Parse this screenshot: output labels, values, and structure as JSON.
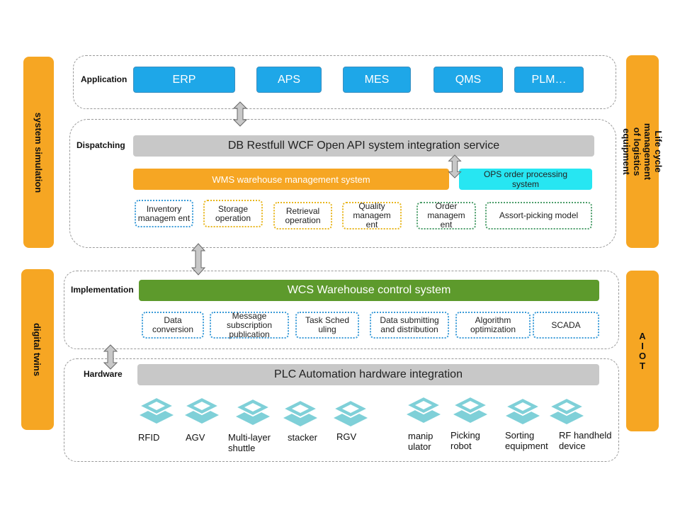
{
  "left_bars": {
    "top": "system simulation",
    "bottom": "digital twins"
  },
  "right_bars": {
    "top": "Life cycle management of logistics equipment",
    "bottom": "A I O T"
  },
  "application": {
    "label": "Application",
    "systems": [
      "ERP",
      "APS",
      "MES",
      "QMS",
      "PLM…"
    ]
  },
  "dispatching": {
    "label": "Dispatching",
    "integration": "DB Restfull WCF Open API system integration service",
    "wms": "WMS warehouse management  system",
    "ops": "OPS order processing system",
    "modules": [
      "Inventory managem ent",
      "Storage operation",
      "Retrieval operation",
      "Quality managem ent",
      "Order managem ent",
      "Assort-picking model"
    ]
  },
  "implementation": {
    "label": "Implementation",
    "wcs": "WCS  Warehouse control  system",
    "modules": [
      "Data conversion",
      "Message subscription publication",
      "Task Sched uling",
      "Data submitting and distribution",
      "Algorithm optimization",
      "SCADA"
    ]
  },
  "hardware": {
    "label": "Hardware",
    "plc": "PLC Automation hardware integration",
    "devices": [
      "RFID",
      "AGV",
      "Multi-layer shuttle",
      "stacker",
      "RGV",
      "manip ulator",
      "Picking robot",
      "Sorting equipment",
      "RF handheld device"
    ]
  },
  "colors": {
    "orange": "#f6a623",
    "blue": "#1ea7e8",
    "cyan": "#27e6f2",
    "green": "#5d9a2c",
    "gray": "#c8c8c8",
    "device": "#7fd0d8"
  }
}
